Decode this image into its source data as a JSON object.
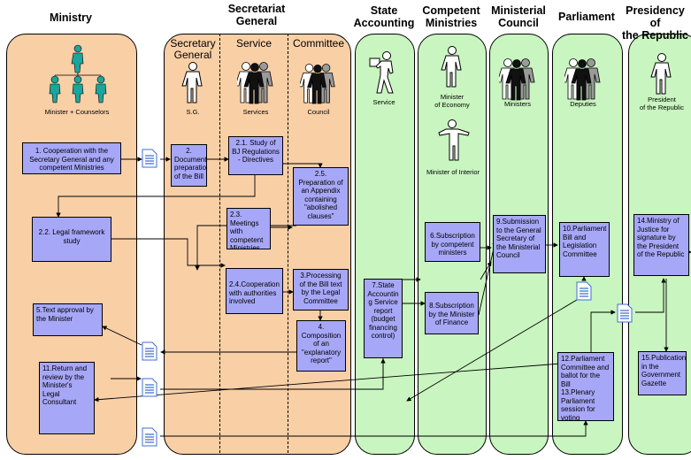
{
  "headers": {
    "ministry": "Ministry",
    "secretariat": "Secretariat\nGeneral",
    "state_accounting": "State\nAccounting",
    "competent_ministries": "Competent\nMinistries",
    "ministerial_council": "Ministerial\nCouncil",
    "parliament": "Parliament",
    "presidency": "Presidency of\nthe Republic"
  },
  "sub_headers": {
    "secretary_general": "Secretary\nGeneral",
    "service": "Service",
    "committee": "Committee"
  },
  "actors": {
    "minister_counselors": "Minister + Counselors",
    "sg": "S.G.",
    "services": "Services",
    "council": "Council",
    "service": "Service",
    "minister_economy": "Minister\nof Economy",
    "minister_interior": "Minister of Interior",
    "ministers": "Ministers",
    "deputies": "Deputies",
    "president": "President\nof the Republic"
  },
  "steps": {
    "s1": "1. Cooperation with the Secretary General and any competent Ministries",
    "s2": "2. Document preparation of the Bill",
    "s21": "2.1. Study of BJ Regulations - Directives",
    "s25": "2.5. Preparation of an Appendix containing \"abolished clauses\"",
    "s22": "2.2. Legal framework study",
    "s23": "2.3. Meetings with competent Ministries",
    "s24": "2.4.Cooperation with authorities involved",
    "s3": "3.Processing of the Bill text by the Legal Committee",
    "s4": "4. Composition of an \"explanatory report\"",
    "s5": "5.Text approval by the Minister",
    "s7": "7.State Accountin g Service report (budget financing control)",
    "s6": "6.Subscription by competent ministers",
    "s8": "8.Subscription by the Minister of Finance",
    "s9": "9.Submission to the General Secretary of the Ministerial Council",
    "s10": "10.Parliament Bill and Legislation Committee",
    "s11": "11.Return and review by the Minister's Legal Consultant",
    "s12": "12.Parliament Committee and ballot for the Bill\n13.Plenary Parliament session for voting",
    "s14": "14.Ministry of Justice for signature by the President of the Republic",
    "s15": "15.Publication in the Government Gazette"
  },
  "colors": {
    "ministry_lane": "#f9cfa6",
    "other_lane": "#c9f5c0",
    "step_box": "#a7a7f7",
    "document_icon": "#3e6fd4"
  }
}
